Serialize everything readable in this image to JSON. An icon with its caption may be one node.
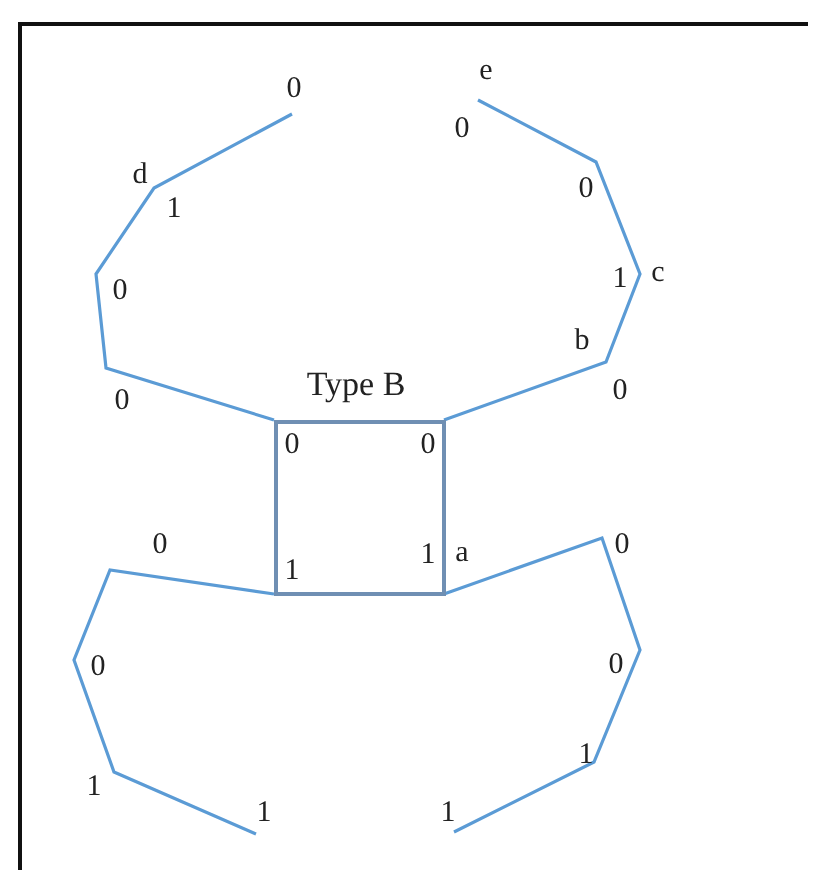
{
  "diagram": {
    "nodes": [
      {
        "text": [
          "Type B",
          "0",
          "0",
          "1",
          "1"
        ]
      }
    ],
    "edges": [],
    "labels": [
      "e",
      "0",
      "0",
      "d",
      "0",
      "1",
      "c",
      "1",
      "0",
      "b",
      "0",
      "0",
      "0",
      "0",
      "a",
      "0",
      "0",
      "1",
      "1",
      "1",
      "1"
    ]
  }
}
